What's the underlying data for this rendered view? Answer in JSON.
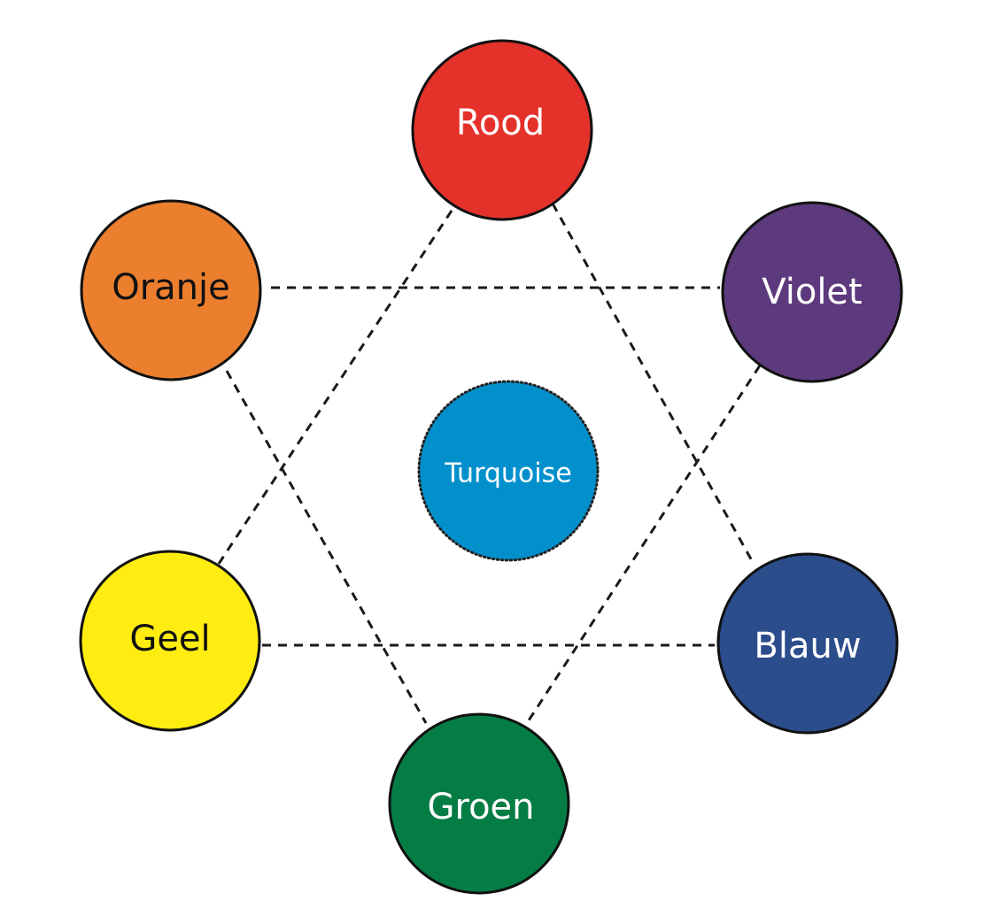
{
  "diagram": {
    "nodes": [
      {
        "id": "rood",
        "label": "Rood",
        "fill": "#e4322b",
        "text_color": "#ffffff"
      },
      {
        "id": "violet",
        "label": "Violet",
        "fill": "#5d3a7d",
        "text_color": "#ffffff"
      },
      {
        "id": "blauw",
        "label": "Blauw",
        "fill": "#2c4d8c",
        "text_color": "#ffffff"
      },
      {
        "id": "groen",
        "label": "Groen",
        "fill": "#047d45",
        "text_color": "#ffffff"
      },
      {
        "id": "geel",
        "label": "Geel",
        "fill": "#ffed11",
        "text_color": "#111111"
      },
      {
        "id": "oranje",
        "label": "Oranje",
        "fill": "#ec7f2e",
        "text_color": "#111111"
      }
    ],
    "center": {
      "id": "turquoise",
      "label": "Turquoise",
      "fill": "#0290cc",
      "text_color": "#ffffff"
    },
    "connections": [
      {
        "from": "rood",
        "to": "geel"
      },
      {
        "from": "rood",
        "to": "blauw"
      },
      {
        "from": "oranje",
        "to": "violet"
      },
      {
        "from": "oranje",
        "to": "groen"
      },
      {
        "from": "violet",
        "to": "groen"
      },
      {
        "from": "geel",
        "to": "blauw"
      }
    ]
  }
}
